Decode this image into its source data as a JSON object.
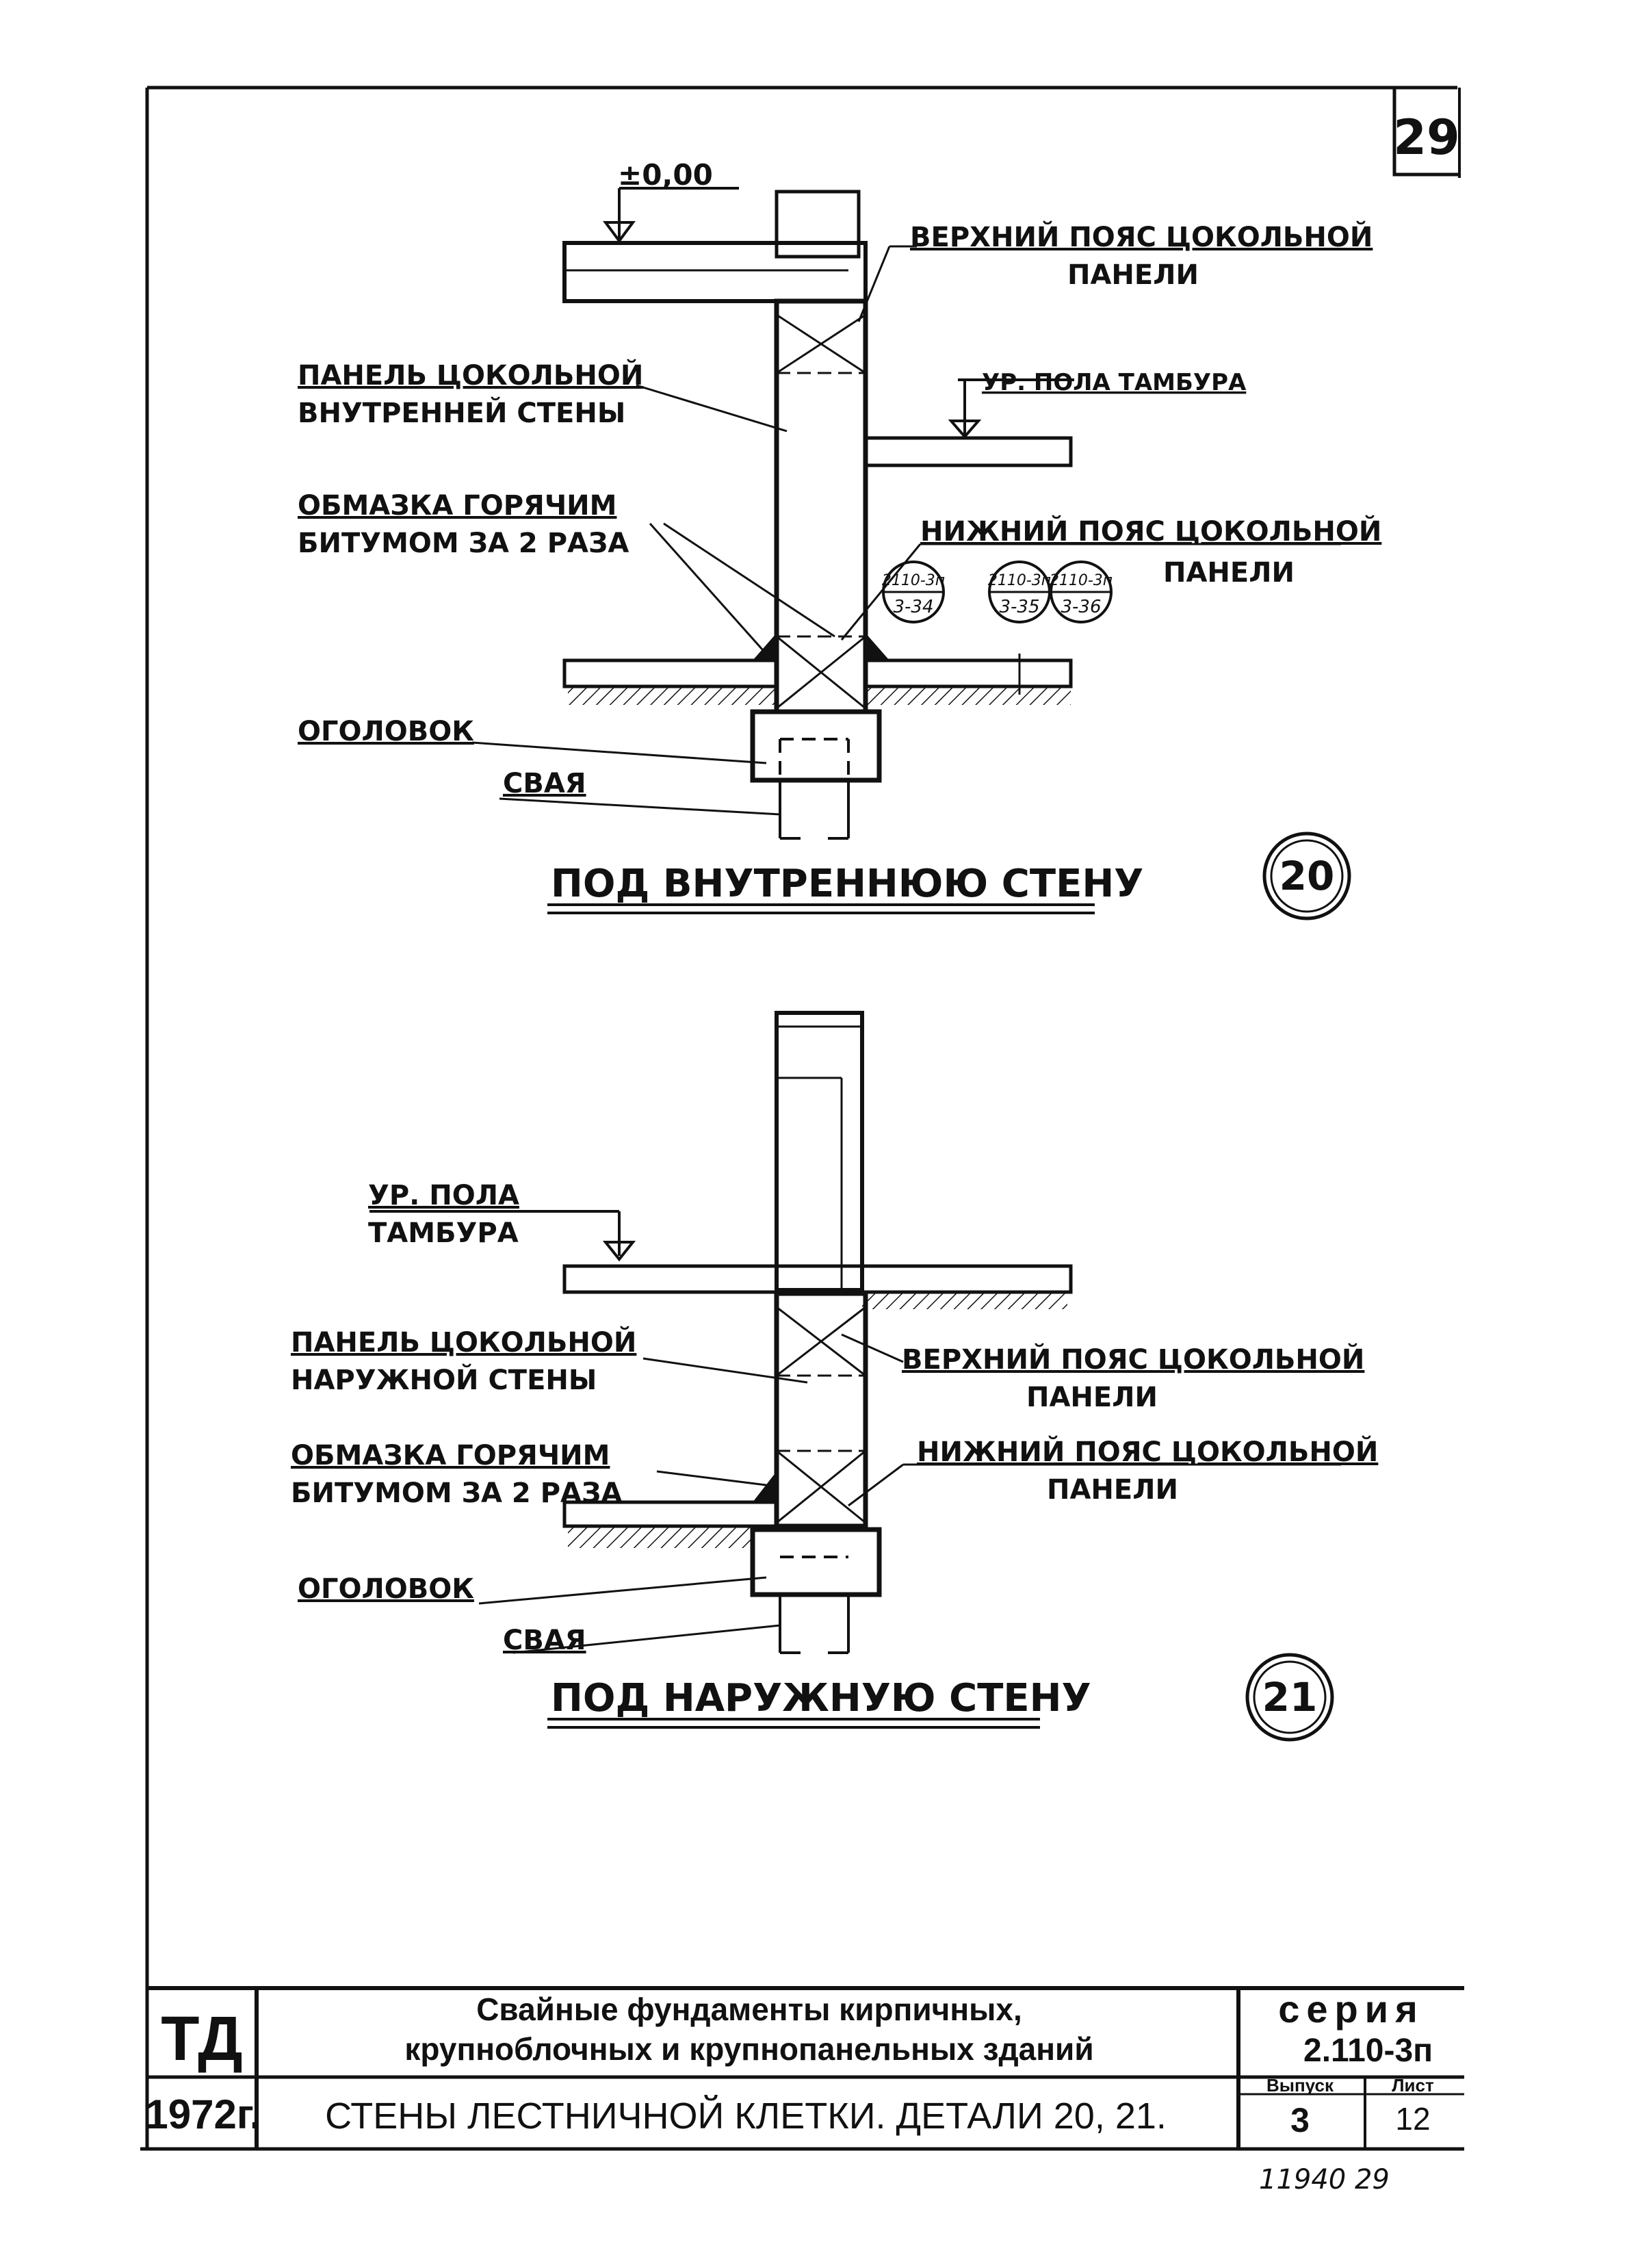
{
  "sheet_number": "29",
  "detail_20": {
    "level_mark": "±0,00",
    "upper_belt_line1": "ВЕРХНИЙ ПОЯС ЦОКОЛЬНОЙ",
    "upper_belt_line2": "ПАНЕЛИ",
    "panel_line1": "ПАНЕЛЬ ЦОКОЛЬНОЙ",
    "panel_line2": "ВНУТРЕННЕЙ СТЕНЫ",
    "floor_level": "УР. ПОЛА ТАМБУРА",
    "bitumen_line1": "ОБМАЗКА ГОРЯЧИМ",
    "bitumen_line2": "БИТУМОМ ЗА 2 РАЗА",
    "lower_belt_line1": "НИЖНИЙ ПОЯС ЦОКОЛЬНОЙ",
    "lower_belt_line2": "ПАНЕЛИ",
    "ref1_top": "2110-3п",
    "ref1_bot": "3-34",
    "ref2_top": "2110-3п",
    "ref2_bot": "3-35",
    "ref3_top": "2110-3п",
    "ref3_bot": "3-36",
    "cap": "ОГОЛОВОК",
    "pile": "СВАЯ",
    "title": "ПОД ВНУТРЕННЮЮ СТЕНУ",
    "number": "20"
  },
  "detail_21": {
    "floor_line1": "УР. ПОЛА",
    "floor_line2": "ТАМБУРА",
    "panel_line1": "ПАНЕЛЬ ЦОКОЛЬНОЙ",
    "panel_line2": "НАРУЖНОЙ СТЕНЫ",
    "upper_belt_line1": "ВЕРХНИЙ ПОЯС ЦОКОЛЬНОЙ",
    "upper_belt_line2": "ПАНЕЛИ",
    "lower_belt_line1": "НИЖНИЙ ПОЯС ЦОКОЛЬНОЙ",
    "lower_belt_line2": "ПАНЕЛИ",
    "bitumen_line1": "ОБМАЗКА ГОРЯЧИМ",
    "bitumen_line2": "БИТУМОМ ЗА 2 РАЗА",
    "cap": "ОГОЛОВОК",
    "pile": "СВАЯ",
    "title": "ПОД НАРУЖНУЮ СТЕНУ",
    "number": "21"
  },
  "title_block": {
    "org": "ТД",
    "year": "1972г.",
    "title_line1": "Свайные фундаменты кирпичных,",
    "title_line2": "крупноблочных и крупнопанельных зданий",
    "subtitle": "СТЕНЫ ЛЕСТНИЧНОЙ КЛЕТКИ. ДЕТАЛИ 20, 21.",
    "series_label": "серия",
    "series_value": "2.110-3п",
    "issue_label": "Выпуск",
    "issue_value": "3",
    "sheet_label": "Лист",
    "sheet_value": "12"
  },
  "footer_note": "11940   29"
}
